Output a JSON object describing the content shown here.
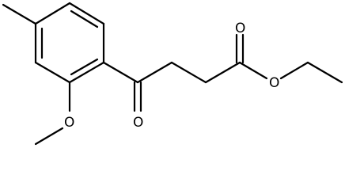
{
  "structure": {
    "atom_labels": {
      "methoxy_oxygen": "O",
      "ketone_oxygen": "O",
      "carbonyl_oxygen": "O",
      "ester_oxygen": "O"
    }
  }
}
